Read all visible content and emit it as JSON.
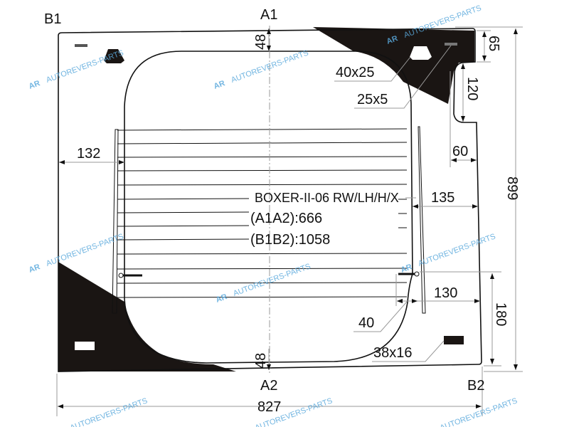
{
  "points": {
    "a1": "A1",
    "a2": "A2",
    "b1": "B1",
    "b2": "B2"
  },
  "part": {
    "code": "BOXER-II-06 RW/LH/H/X",
    "a1a2": "(A1A2):666",
    "b1b2": "(B1B2):1058"
  },
  "dimensions": {
    "top_margin": "48",
    "bottom_margin": "48",
    "left_offset": "132",
    "corner_height": "65",
    "notch_height": "120",
    "notch_width": "60",
    "right_offset": "135",
    "overall_height": "899",
    "hinge_offset": "130",
    "hinge_width": "40",
    "lower_height": "180",
    "overall_width": "827",
    "bracket_size": "40x25",
    "slot_size": "25x5",
    "pad_size": "38x16"
  },
  "watermark": "AUTOREVERS-PARTS",
  "watermark_logo": "AR"
}
